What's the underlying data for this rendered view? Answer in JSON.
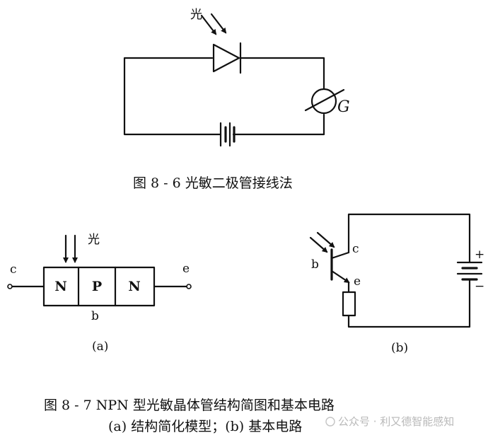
{
  "figure_8_6": {
    "light_label": "光",
    "meter_label": "G",
    "caption": "图 8 - 6   光敏二极管接线法"
  },
  "figure_8_7a": {
    "light_label": "光",
    "terminal_c": "c",
    "terminal_e": "e",
    "terminal_b": "b",
    "regions": [
      "N",
      "P",
      "N"
    ],
    "sub_label": "(a)"
  },
  "figure_8_7b": {
    "terminal_b": "b",
    "terminal_c": "c",
    "terminal_e": "e",
    "plus": "+",
    "minus": "−",
    "sub_label": "(b)"
  },
  "figure_8_7": {
    "caption_line1": "图 8 - 7   NPN 型光敏晶体管结构简图和基本电路",
    "caption_line2": "(a) 结构简化模型；(b) 基本电路"
  },
  "watermark": "公众号 · 利又德智能感知"
}
